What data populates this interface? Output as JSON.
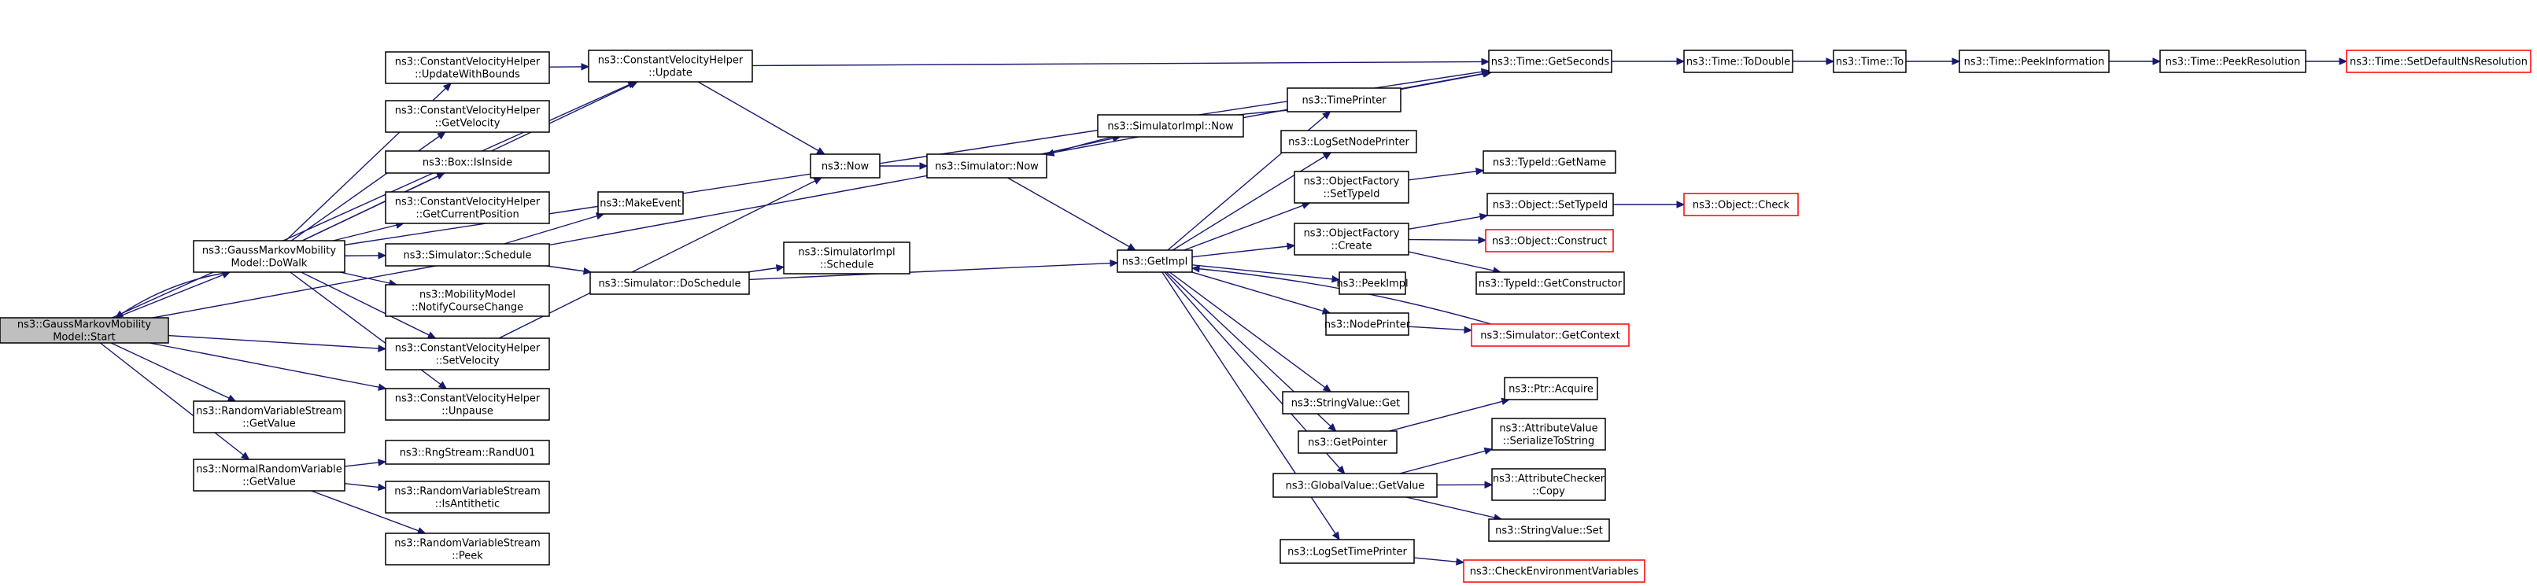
{
  "nodes": [
    {
      "id": "start",
      "lines": [
        "ns3::GaussMarkovMobility",
        "Model::Start"
      ],
      "style": "root"
    },
    {
      "id": "dowalk",
      "lines": [
        "ns3::GaussMarkovMobility",
        "Model::DoWalk"
      ],
      "style": "normal"
    },
    {
      "id": "rvs_getvalue",
      "lines": [
        "ns3::RandomVariableStream",
        "::GetValue"
      ],
      "style": "normal"
    },
    {
      "id": "nrv_getvalue",
      "lines": [
        "ns3::NormalRandomVariable",
        "::GetValue"
      ],
      "style": "normal"
    },
    {
      "id": "cvh_updatewithbounds",
      "lines": [
        "ns3::ConstantVelocityHelper",
        "::UpdateWithBounds"
      ],
      "style": "normal"
    },
    {
      "id": "cvh_getvelocity",
      "lines": [
        "ns3::ConstantVelocityHelper",
        "::GetVelocity"
      ],
      "style": "normal"
    },
    {
      "id": "box_isinside",
      "lines": [
        "ns3::Box::IsInside"
      ],
      "style": "normal"
    },
    {
      "id": "cvh_getcurrentposition",
      "lines": [
        "ns3::ConstantVelocityHelper",
        "::GetCurrentPosition"
      ],
      "style": "normal"
    },
    {
      "id": "sim_schedule",
      "lines": [
        "ns3::Simulator::Schedule"
      ],
      "style": "normal"
    },
    {
      "id": "mm_notify",
      "lines": [
        "ns3::MobilityModel",
        "::NotifyCourseChange"
      ],
      "style": "normal"
    },
    {
      "id": "cvh_setvelocity",
      "lines": [
        "ns3::ConstantVelocityHelper",
        "::SetVelocity"
      ],
      "style": "normal"
    },
    {
      "id": "cvh_unpause",
      "lines": [
        "ns3::ConstantVelocityHelper",
        "::Unpause"
      ],
      "style": "normal"
    },
    {
      "id": "rng_randu01",
      "lines": [
        "ns3::RngStream::RandU01"
      ],
      "style": "normal"
    },
    {
      "id": "rvs_isantithetic",
      "lines": [
        "ns3::RandomVariableStream",
        "::IsAntithetic"
      ],
      "style": "normal"
    },
    {
      "id": "rvs_peek",
      "lines": [
        "ns3::RandomVariableStream",
        "::Peek"
      ],
      "style": "normal"
    },
    {
      "id": "cvh_update",
      "lines": [
        "ns3::ConstantVelocityHelper",
        "::Update"
      ],
      "style": "normal"
    },
    {
      "id": "makeevent",
      "lines": [
        "ns3::MakeEvent"
      ],
      "style": "normal"
    },
    {
      "id": "sim_doschedule",
      "lines": [
        "ns3::Simulator::DoSchedule"
      ],
      "style": "normal"
    },
    {
      "id": "now",
      "lines": [
        "ns3::Now"
      ],
      "style": "normal"
    },
    {
      "id": "sim_now",
      "lines": [
        "ns3::Simulator::Now"
      ],
      "style": "normal"
    },
    {
      "id": "simimpl_now",
      "lines": [
        "ns3::SimulatorImpl::Now"
      ],
      "style": "normal"
    },
    {
      "id": "simimpl_schedule",
      "lines": [
        "ns3::SimulatorImpl",
        "::Schedule"
      ],
      "style": "normal"
    },
    {
      "id": "getimpl",
      "lines": [
        "ns3::GetImpl"
      ],
      "style": "normal"
    },
    {
      "id": "timeprinter",
      "lines": [
        "ns3::TimePrinter"
      ],
      "style": "normal"
    },
    {
      "id": "logsetnodeprinter",
      "lines": [
        "ns3::LogSetNodePrinter"
      ],
      "style": "normal"
    },
    {
      "id": "of_settypeid",
      "lines": [
        "ns3::ObjectFactory",
        "::SetTypeId"
      ],
      "style": "normal"
    },
    {
      "id": "of_create",
      "lines": [
        "ns3::ObjectFactory",
        "::Create"
      ],
      "style": "normal"
    },
    {
      "id": "peekimpl",
      "lines": [
        "ns3::PeekImpl"
      ],
      "style": "normal"
    },
    {
      "id": "nodeprinter",
      "lines": [
        "ns3::NodePrinter"
      ],
      "style": "normal"
    },
    {
      "id": "stringvalue_get",
      "lines": [
        "ns3::StringValue::Get"
      ],
      "style": "normal"
    },
    {
      "id": "getpointer",
      "lines": [
        "ns3::GetPointer"
      ],
      "style": "normal"
    },
    {
      "id": "gv_getvalue",
      "lines": [
        "ns3::GlobalValue::GetValue"
      ],
      "style": "normal"
    },
    {
      "id": "logsettimeprinter",
      "lines": [
        "ns3::LogSetTimePrinter"
      ],
      "style": "normal"
    },
    {
      "id": "time_getseconds",
      "lines": [
        "ns3::Time::GetSeconds"
      ],
      "style": "normal"
    },
    {
      "id": "time_todouble",
      "lines": [
        "ns3::Time::ToDouble"
      ],
      "style": "normal"
    },
    {
      "id": "time_to",
      "lines": [
        "ns3::Time::To"
      ],
      "style": "normal"
    },
    {
      "id": "time_peekinformation",
      "lines": [
        "ns3::Time::PeekInformation"
      ],
      "style": "normal"
    },
    {
      "id": "time_peekresolution",
      "lines": [
        "ns3::Time::PeekResolution"
      ],
      "style": "normal"
    },
    {
      "id": "time_setdefaultnsresolution",
      "lines": [
        "ns3::Time::SetDefaultNsResolution"
      ],
      "style": "truncated"
    },
    {
      "id": "typeid_getname",
      "lines": [
        "ns3::TypeId::GetName"
      ],
      "style": "normal"
    },
    {
      "id": "object_settypeid",
      "lines": [
        "ns3::Object::SetTypeId"
      ],
      "style": "normal"
    },
    {
      "id": "object_check",
      "lines": [
        "ns3::Object::Check"
      ],
      "style": "truncated"
    },
    {
      "id": "object_construct",
      "lines": [
        "ns3::Object::Construct"
      ],
      "style": "truncated"
    },
    {
      "id": "typeid_getconstructor",
      "lines": [
        "ns3::TypeId::GetConstructor"
      ],
      "style": "normal"
    },
    {
      "id": "sim_getcontext",
      "lines": [
        "ns3::Simulator::GetContext"
      ],
      "style": "truncated"
    },
    {
      "id": "ptr_acquire",
      "lines": [
        "ns3::Ptr::Acquire"
      ],
      "style": "normal"
    },
    {
      "id": "av_serializetostring",
      "lines": [
        "ns3::AttributeValue",
        "::SerializeToString"
      ],
      "style": "normal"
    },
    {
      "id": "ac_copy",
      "lines": [
        "ns3::AttributeChecker",
        "::Copy"
      ],
      "style": "normal"
    },
    {
      "id": "stringvalue_set",
      "lines": [
        "ns3::StringValue::Set"
      ],
      "style": "normal"
    },
    {
      "id": "checkenvvars",
      "lines": [
        "ns3::CheckEnvironmentVariables"
      ],
      "style": "truncated"
    }
  ],
  "edges": [
    [
      "start",
      "dowalk"
    ],
    [
      "start",
      "cvh_update"
    ],
    [
      "start",
      "time_getseconds"
    ],
    [
      "start",
      "cvh_setvelocity"
    ],
    [
      "start",
      "cvh_unpause"
    ],
    [
      "start",
      "rvs_getvalue"
    ],
    [
      "start",
      "nrv_getvalue"
    ],
    [
      "dowalk",
      "start"
    ],
    [
      "dowalk",
      "cvh_update"
    ],
    [
      "dowalk",
      "time_getseconds"
    ],
    [
      "dowalk",
      "cvh_updatewithbounds"
    ],
    [
      "dowalk",
      "cvh_getvelocity"
    ],
    [
      "dowalk",
      "box_isinside"
    ],
    [
      "dowalk",
      "cvh_getcurrentposition"
    ],
    [
      "dowalk",
      "sim_schedule"
    ],
    [
      "dowalk",
      "mm_notify"
    ],
    [
      "dowalk",
      "cvh_setvelocity"
    ],
    [
      "dowalk",
      "cvh_unpause"
    ],
    [
      "cvh_updatewithbounds",
      "cvh_update"
    ],
    [
      "cvh_update",
      "time_getseconds"
    ],
    [
      "cvh_update",
      "now"
    ],
    [
      "cvh_setvelocity",
      "now"
    ],
    [
      "sim_schedule",
      "makeevent"
    ],
    [
      "sim_schedule",
      "sim_doschedule"
    ],
    [
      "sim_doschedule",
      "simimpl_schedule"
    ],
    [
      "sim_doschedule",
      "getimpl"
    ],
    [
      "nrv_getvalue",
      "rng_randu01"
    ],
    [
      "nrv_getvalue",
      "rvs_isantithetic"
    ],
    [
      "nrv_getvalue",
      "rvs_peek"
    ],
    [
      "now",
      "sim_now"
    ],
    [
      "sim_now",
      "simimpl_now"
    ],
    [
      "sim_now",
      "getimpl"
    ],
    [
      "getimpl",
      "timeprinter"
    ],
    [
      "getimpl",
      "logsetnodeprinter"
    ],
    [
      "getimpl",
      "of_settypeid"
    ],
    [
      "getimpl",
      "of_create"
    ],
    [
      "getimpl",
      "peekimpl"
    ],
    [
      "getimpl",
      "nodeprinter"
    ],
    [
      "getimpl",
      "stringvalue_get"
    ],
    [
      "getimpl",
      "getpointer"
    ],
    [
      "getimpl",
      "gv_getvalue"
    ],
    [
      "getimpl",
      "logsettimeprinter"
    ],
    [
      "timeprinter",
      "sim_now"
    ],
    [
      "timeprinter",
      "time_getseconds"
    ],
    [
      "of_settypeid",
      "typeid_getname"
    ],
    [
      "of_create",
      "object_settypeid"
    ],
    [
      "of_create",
      "object_construct"
    ],
    [
      "of_create",
      "typeid_getconstructor"
    ],
    [
      "object_settypeid",
      "object_check"
    ],
    [
      "nodeprinter",
      "sim_getcontext"
    ],
    [
      "sim_getcontext",
      "getimpl"
    ],
    [
      "getpointer",
      "ptr_acquire"
    ],
    [
      "gv_getvalue",
      "av_serializetostring"
    ],
    [
      "gv_getvalue",
      "ac_copy"
    ],
    [
      "gv_getvalue",
      "stringvalue_set"
    ],
    [
      "logsettimeprinter",
      "checkenvvars"
    ],
    [
      "time_getseconds",
      "time_todouble"
    ],
    [
      "time_todouble",
      "time_to"
    ],
    [
      "time_to",
      "time_peekinformation"
    ],
    [
      "time_peekinformation",
      "time_peekresolution"
    ],
    [
      "time_peekresolution",
      "time_setdefaultnsresolution"
    ]
  ],
  "colors": {
    "edge": "#191970",
    "truncated_border": "#ff0000",
    "root_fill": "#bfbfbf",
    "node_fill": "#ffffff"
  }
}
